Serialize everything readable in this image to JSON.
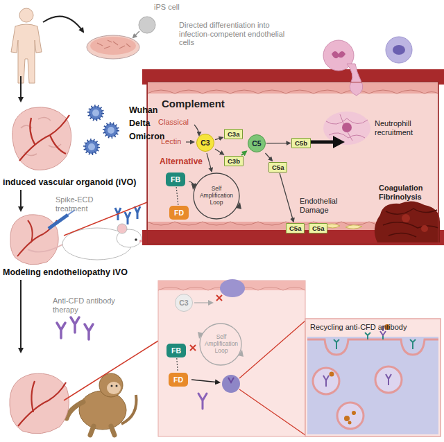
{
  "diagram": {
    "nodes": [
      {
        "text": [
          "Complement"
        ]
      },
      {
        "text": [
          "C3"
        ],
        "in": 0
      },
      {
        "text": [
          "C3a"
        ],
        "in": 0
      },
      {
        "text": [
          "C3b"
        ],
        "in": 0
      },
      {
        "text": [
          "C5"
        ],
        "in": 0
      },
      {
        "text": [
          "C5b"
        ],
        "in": 0
      },
      {
        "text": [
          "C5a"
        ],
        "in": 0
      },
      {
        "text": [
          "FB"
        ],
        "in": 0
      },
      {
        "text": [
          "FD"
        ],
        "in": 0
      },
      {
        "text": [
          "C5a"
        ],
        "in": 0
      },
      {
        "text": [
          "C5a"
        ],
        "in": 0
      },
      {
        "text": [
          "C3"
        ]
      },
      {
        "text": [
          "FB"
        ]
      },
      {
        "text": [
          "FD"
        ]
      },
      {
        "text": [
          "Recycling anti-CFD antibody"
        ]
      }
    ],
    "edges": [
      {
        "from": 1,
        "to": 2,
        "arrow": "to"
      },
      {
        "from": 1,
        "to": 3,
        "arrow": "to"
      },
      {
        "from": 3,
        "to": 4,
        "arrow": "to"
      },
      {
        "from": 4,
        "to": 5,
        "arrow": "to"
      },
      {
        "from": 4,
        "to": 6,
        "arrow": "to"
      },
      {
        "from": 6,
        "to": 9,
        "arrow": "to"
      },
      {
        "from": 7,
        "to": 8,
        "arrow": "none"
      },
      {
        "from": 12,
        "to": 13,
        "arrow": "none"
      }
    ],
    "labels": [
      "iPS cell",
      "Directed differentiation into infection-competent endothelial cells",
      "Wuhan",
      "Delta",
      "Omicron",
      "induced vascular organoid (iVO)",
      "Spike-ECD treatment",
      "Modeling endotheliopathy iVO",
      "Anti-CFD antibody therapy",
      "Classical",
      "Lectin",
      "Alternative",
      "Self Amplification Loop",
      "Neutrophill recruitment",
      "Coagulation Fibrinolysis",
      "Endothelial Damage",
      "Self Amplification Loop"
    ]
  }
}
